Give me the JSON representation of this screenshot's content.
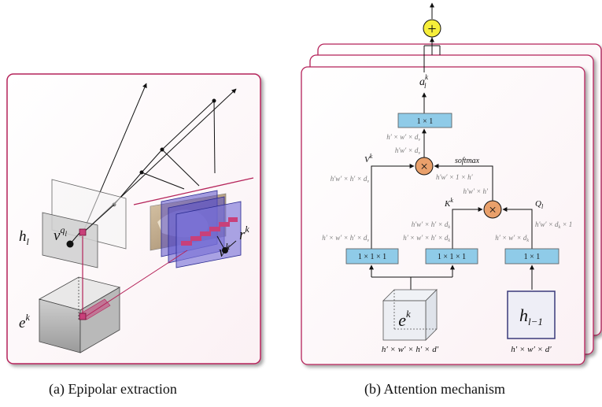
{
  "captions": {
    "a": "(a)  Epipolar extraction",
    "b": "(b)  Attention mechanism"
  },
  "panel_a": {
    "h_label": "h",
    "h_sub": "l",
    "vq_label": "v",
    "vq_sup": "q",
    "vq_supsub": "l",
    "e_label": "e",
    "e_sup": "k",
    "r_label": "r",
    "r_sup": "k",
    "vk_label": "v",
    "vk_sup": "k"
  },
  "panel_b": {
    "plus_symbol": "+",
    "output_label": "a",
    "output_sub": "l",
    "output_sup": "k",
    "linear_out": "1 × 1",
    "dim_out_1": "h′ × w′ × d",
    "dim_out_1_sub": "v",
    "dim_out_2": "h′w′ × d",
    "dim_out_2_sub": "v",
    "v_label": "V",
    "v_sup": "k",
    "dim_v_1": "h′w′ × h′ × d",
    "dim_v_1_sub": "v",
    "dim_v_2": "h′ × w′ × h′ × d",
    "dim_v_2_sub": "v",
    "softmax_label": "softmax",
    "dim_softmax": "h′w′ × 1 × h′",
    "dim_mul": "h′w′ × h′",
    "k_label": "K",
    "k_sup": "k",
    "dim_k_1": "h′w′ × h′ × d",
    "dim_k_1_sub": "k",
    "dim_k_2": "h′ × w′ × h′ × d",
    "dim_k_2_sub": "k",
    "q_label": "Q",
    "q_sub": "l",
    "dim_q_1": "h′w′ × d",
    "dim_q_1_sub": "k",
    "dim_q_1_tail": " × 1",
    "dim_q_2": "h′ × w′ × d",
    "dim_q_2_sub": "k",
    "conv_v": "1 × 1 × 1",
    "conv_k": "1 × 1 × 1",
    "conv_q": "1 × 1",
    "ek_label": "e",
    "ek_sup": "k",
    "ek_dim": "h′ × w′ × h′ × d′",
    "hl_label": "h",
    "hl_sub": "l−1",
    "hl_dim": "h′ × w′ × d′",
    "times_symbol": "×"
  }
}
